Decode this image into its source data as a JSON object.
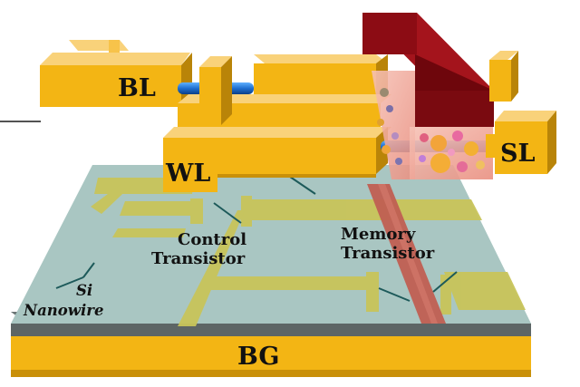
{
  "labels": {
    "bl": "BL",
    "wl": "WL",
    "sl": "SL",
    "bg": "BG",
    "control_line1": "Control",
    "control_line2": "Transistor",
    "memory_line1": "Memory",
    "memory_line2": "Transistor",
    "si_line1": "Si",
    "si_line2": "Nanowire"
  },
  "colors": {
    "gold": "#f3b514",
    "gold_dark": "#b98408",
    "substrate": "#a9c6c2",
    "substrate_side": "#5f6a6a",
    "trace": "#c8c45a",
    "memory_gate": "#bf5a4c",
    "memory_block": "#7a0a10",
    "nanowire": "#1f6fd1"
  }
}
